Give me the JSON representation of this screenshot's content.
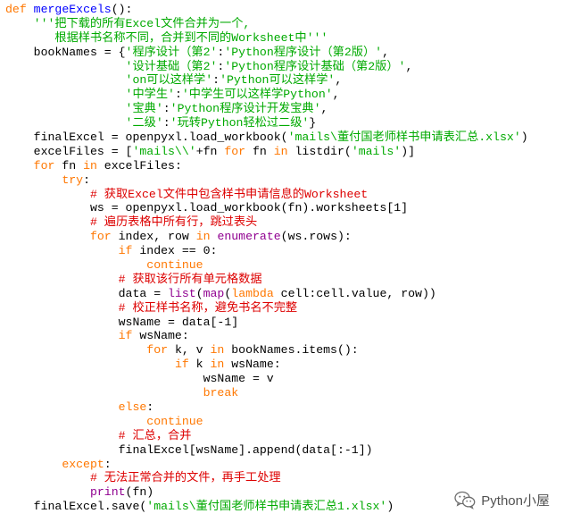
{
  "editor": {
    "background": "#ffffff",
    "colors": {
      "keyword": "#ff7700",
      "function_definition": "#0000ff",
      "builtin": "#900090",
      "string": "#00aa00",
      "comment": "#dd0000",
      "default": "#000000"
    },
    "lines": [
      [
        {
          "t": "def",
          "c": "kw"
        },
        {
          "t": " ",
          "c": "plain"
        },
        {
          "t": "mergeExcels",
          "c": "fn-name"
        },
        {
          "t": "():",
          "c": "plain"
        }
      ],
      [
        {
          "t": "    ",
          "c": "plain"
        },
        {
          "t": "'''把下载的所有Excel文件合并为一个,",
          "c": "str"
        }
      ],
      [
        {
          "t": "       根据样书名称不同，合并到不同的Worksheet中'''",
          "c": "str"
        }
      ],
      [
        {
          "t": "    bookNames = {",
          "c": "plain"
        },
        {
          "t": "'程序设计（第2'",
          "c": "str"
        },
        {
          "t": ":",
          "c": "plain"
        },
        {
          "t": "'Python程序设计（第2版）'",
          "c": "str"
        },
        {
          "t": ",",
          "c": "plain"
        }
      ],
      [
        {
          "t": "                 ",
          "c": "plain"
        },
        {
          "t": "'设计基础（第2'",
          "c": "str"
        },
        {
          "t": ":",
          "c": "plain"
        },
        {
          "t": "'Python程序设计基础（第2版）'",
          "c": "str"
        },
        {
          "t": ",",
          "c": "plain"
        }
      ],
      [
        {
          "t": "                 ",
          "c": "plain"
        },
        {
          "t": "'on可以这样学'",
          "c": "str"
        },
        {
          "t": ":",
          "c": "plain"
        },
        {
          "t": "'Python可以这样学'",
          "c": "str"
        },
        {
          "t": ",",
          "c": "plain"
        }
      ],
      [
        {
          "t": "                 ",
          "c": "plain"
        },
        {
          "t": "'中学生'",
          "c": "str"
        },
        {
          "t": ":",
          "c": "plain"
        },
        {
          "t": "'中学生可以这样学Python'",
          "c": "str"
        },
        {
          "t": ",",
          "c": "plain"
        }
      ],
      [
        {
          "t": "                 ",
          "c": "plain"
        },
        {
          "t": "'宝典'",
          "c": "str"
        },
        {
          "t": ":",
          "c": "plain"
        },
        {
          "t": "'Python程序设计开发宝典'",
          "c": "str"
        },
        {
          "t": ",",
          "c": "plain"
        }
      ],
      [
        {
          "t": "                 ",
          "c": "plain"
        },
        {
          "t": "'二级'",
          "c": "str"
        },
        {
          "t": ":",
          "c": "plain"
        },
        {
          "t": "'玩转Python轻松过二级'",
          "c": "str"
        },
        {
          "t": "}",
          "c": "plain"
        }
      ],
      [
        {
          "t": "    finalExcel = openpyxl.load_workbook(",
          "c": "plain"
        },
        {
          "t": "'mails\\董付国老师样书申请表汇总.xlsx'",
          "c": "str"
        },
        {
          "t": ")",
          "c": "plain"
        }
      ],
      [
        {
          "t": "    excelFiles = [",
          "c": "plain"
        },
        {
          "t": "'mails\\\\'",
          "c": "str"
        },
        {
          "t": "+fn ",
          "c": "plain"
        },
        {
          "t": "for",
          "c": "kw"
        },
        {
          "t": " fn ",
          "c": "plain"
        },
        {
          "t": "in",
          "c": "kw"
        },
        {
          "t": " listdir(",
          "c": "plain"
        },
        {
          "t": "'mails'",
          "c": "str"
        },
        {
          "t": ")]",
          "c": "plain"
        }
      ],
      [
        {
          "t": "    ",
          "c": "plain"
        },
        {
          "t": "for",
          "c": "kw"
        },
        {
          "t": " fn ",
          "c": "plain"
        },
        {
          "t": "in",
          "c": "kw"
        },
        {
          "t": " excelFiles:",
          "c": "plain"
        }
      ],
      [
        {
          "t": "        ",
          "c": "plain"
        },
        {
          "t": "try",
          "c": "kw"
        },
        {
          "t": ":",
          "c": "plain"
        }
      ],
      [
        {
          "t": "            ",
          "c": "plain"
        },
        {
          "t": "# 获取Excel文件中包含样书申请信息的Worksheet",
          "c": "cmt"
        }
      ],
      [
        {
          "t": "            ws = openpyxl.load_workbook(fn).worksheets[1]",
          "c": "plain"
        }
      ],
      [
        {
          "t": "            ",
          "c": "plain"
        },
        {
          "t": "# 遍历表格中所有行，跳过表头",
          "c": "cmt"
        }
      ],
      [
        {
          "t": "            ",
          "c": "plain"
        },
        {
          "t": "for",
          "c": "kw"
        },
        {
          "t": " index, row ",
          "c": "plain"
        },
        {
          "t": "in",
          "c": "kw"
        },
        {
          "t": " ",
          "c": "plain"
        },
        {
          "t": "enumerate",
          "c": "builtin"
        },
        {
          "t": "(ws.rows):",
          "c": "plain"
        }
      ],
      [
        {
          "t": "                ",
          "c": "plain"
        },
        {
          "t": "if",
          "c": "kw"
        },
        {
          "t": " index == 0:",
          "c": "plain"
        }
      ],
      [
        {
          "t": "                    ",
          "c": "plain"
        },
        {
          "t": "continue",
          "c": "kw"
        }
      ],
      [
        {
          "t": "                ",
          "c": "plain"
        },
        {
          "t": "# 获取该行所有单元格数据",
          "c": "cmt"
        }
      ],
      [
        {
          "t": "                data = ",
          "c": "plain"
        },
        {
          "t": "list",
          "c": "builtin"
        },
        {
          "t": "(",
          "c": "plain"
        },
        {
          "t": "map",
          "c": "builtin"
        },
        {
          "t": "(",
          "c": "plain"
        },
        {
          "t": "lambda",
          "c": "kw"
        },
        {
          "t": " cell:cell.value, row))",
          "c": "plain"
        }
      ],
      [
        {
          "t": "                ",
          "c": "plain"
        },
        {
          "t": "# 校正样书名称，避免书名不完整",
          "c": "cmt"
        }
      ],
      [
        {
          "t": "                wsName = data[-1]",
          "c": "plain"
        }
      ],
      [
        {
          "t": "                ",
          "c": "plain"
        },
        {
          "t": "if",
          "c": "kw"
        },
        {
          "t": " wsName:",
          "c": "plain"
        }
      ],
      [
        {
          "t": "                    ",
          "c": "plain"
        },
        {
          "t": "for",
          "c": "kw"
        },
        {
          "t": " k, v ",
          "c": "plain"
        },
        {
          "t": "in",
          "c": "kw"
        },
        {
          "t": " bookNames.items():",
          "c": "plain"
        }
      ],
      [
        {
          "t": "                        ",
          "c": "plain"
        },
        {
          "t": "if",
          "c": "kw"
        },
        {
          "t": " k ",
          "c": "plain"
        },
        {
          "t": "in",
          "c": "kw"
        },
        {
          "t": " wsName:",
          "c": "plain"
        }
      ],
      [
        {
          "t": "                            wsName = v",
          "c": "plain"
        }
      ],
      [
        {
          "t": "                            ",
          "c": "plain"
        },
        {
          "t": "break",
          "c": "kw"
        }
      ],
      [
        {
          "t": "                ",
          "c": "plain"
        },
        {
          "t": "else",
          "c": "kw"
        },
        {
          "t": ":",
          "c": "plain"
        }
      ],
      [
        {
          "t": "                    ",
          "c": "plain"
        },
        {
          "t": "continue",
          "c": "kw"
        }
      ],
      [
        {
          "t": "                ",
          "c": "plain"
        },
        {
          "t": "# 汇总，合并",
          "c": "cmt"
        }
      ],
      [
        {
          "t": "                finalExcel[wsName].append(data[:-1])",
          "c": "plain"
        }
      ],
      [
        {
          "t": "        ",
          "c": "plain"
        },
        {
          "t": "except",
          "c": "kw"
        },
        {
          "t": ":",
          "c": "plain"
        }
      ],
      [
        {
          "t": "            ",
          "c": "plain"
        },
        {
          "t": "# 无法正常合并的文件，再手工处理",
          "c": "cmt"
        }
      ],
      [
        {
          "t": "            ",
          "c": "plain"
        },
        {
          "t": "print",
          "c": "builtin"
        },
        {
          "t": "(fn)",
          "c": "plain"
        }
      ],
      [
        {
          "t": "    finalExcel.save(",
          "c": "plain"
        },
        {
          "t": "'mails\\董付国老师样书申请表汇总1.xlsx'",
          "c": "str"
        },
        {
          "t": ")",
          "c": "plain"
        }
      ]
    ]
  },
  "watermark": {
    "icon": "wechat-icon",
    "text": "Python小屋"
  }
}
